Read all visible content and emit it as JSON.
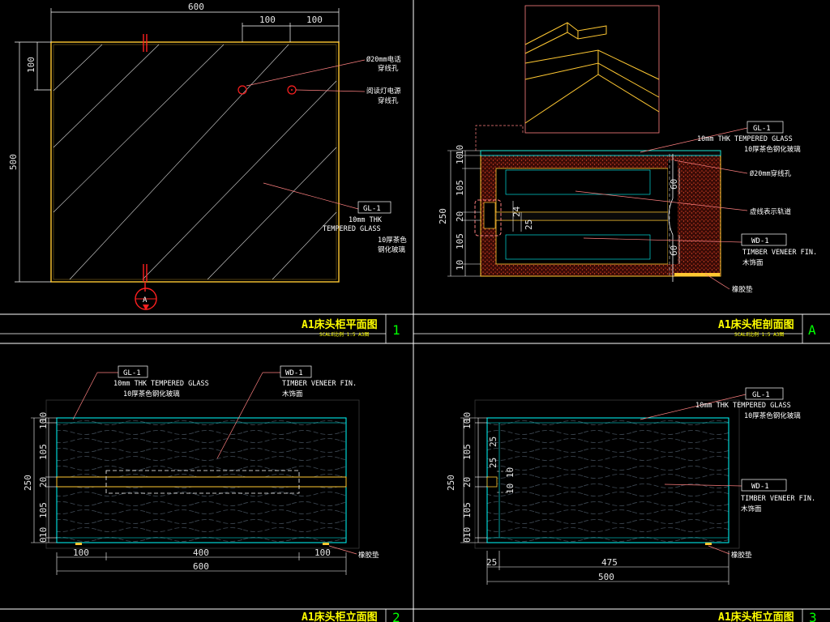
{
  "panel1": {
    "title": "A1床头柜平面图",
    "scale": "SCALE比例 1:5 A3图",
    "number": "1",
    "dim_width": "600",
    "dim_right_a": "100",
    "dim_right_b": "100",
    "dim_top": "100",
    "dim_height": "500",
    "note_hole_phone_1": "Ø20mm电话",
    "note_hole_phone_2": "穿线孔",
    "note_hole_lamp_1": "阅读灯电源",
    "note_hole_lamp_2": "穿线孔",
    "gl_tag": "GL-1",
    "gl_line1": "10mm THK",
    "gl_line2": "TEMPERED GLASS",
    "gl_line3": "10厚茶色",
    "gl_line4": "钢化玻璃",
    "section_mark": "A"
  },
  "panel2": {
    "title": "A1床头柜剖面图",
    "scale": "SCALE比例 1:5 A3图",
    "number": "A",
    "dims_left": [
      "10",
      "10",
      "105",
      "250",
      "20",
      "105",
      "10",
      "10"
    ],
    "dims_inner": [
      "24",
      "25",
      "60",
      "60"
    ],
    "gl_tag": "GL-1",
    "gl_line1": "10mm THK TEMPERED GLASS",
    "gl_line2": "10厚茶色钢化玻璃",
    "note_hole": "Ø20mm穿线孔",
    "note_rail": "虚线表示轨道",
    "wd_tag": "WD-1",
    "wd_line1": "TIMBER  VENEER FIN.",
    "wd_line2": "木饰面",
    "note_pad": "橡胶垫"
  },
  "panel3": {
    "title": "A1床头柜立面图",
    "number": "2",
    "dims_left": [
      "10",
      "10",
      "105",
      "250",
      "20",
      "105",
      "10",
      "0"
    ],
    "dims_bottom": [
      "100",
      "400",
      "100",
      "600"
    ],
    "gl_tag": "GL-1",
    "gl_line1": "10mm THK TEMPERED GLASS",
    "gl_line2": "10厚茶色钢化玻璃",
    "wd_tag": "WD-1",
    "wd_line1": "TIMBER  VENEER FIN.",
    "wd_line2": "木饰面",
    "note_pad": "橡胶垫"
  },
  "panel4": {
    "title": "A1床头柜立面图",
    "number": "3",
    "dims_left": [
      "10",
      "10",
      "105",
      "250",
      "20",
      "105",
      "10",
      "0"
    ],
    "dims_inner": [
      "25",
      "10 10",
      "25"
    ],
    "dims_bottom": [
      "25",
      "475",
      "500"
    ],
    "gl_tag": "GL-1",
    "gl_line1": "10mm THK TEMPERED GLASS",
    "gl_line2": "10厚茶色钢化玻璃",
    "wd_tag": "WD-1",
    "wd_line1": "TIMBER  VENEER FIN.",
    "wd_line2": "木饰面",
    "note_pad": "橡胶垫"
  },
  "colors": {
    "background": "#000000",
    "outline_yellow": "#ffc832",
    "cyan": "#00ffff",
    "red": "#ff2020",
    "title_yellow": "#ffff00",
    "frame_white": "#ffffff",
    "hatch_red": "#8a2a1a",
    "leader_pink": "#ff8080"
  }
}
